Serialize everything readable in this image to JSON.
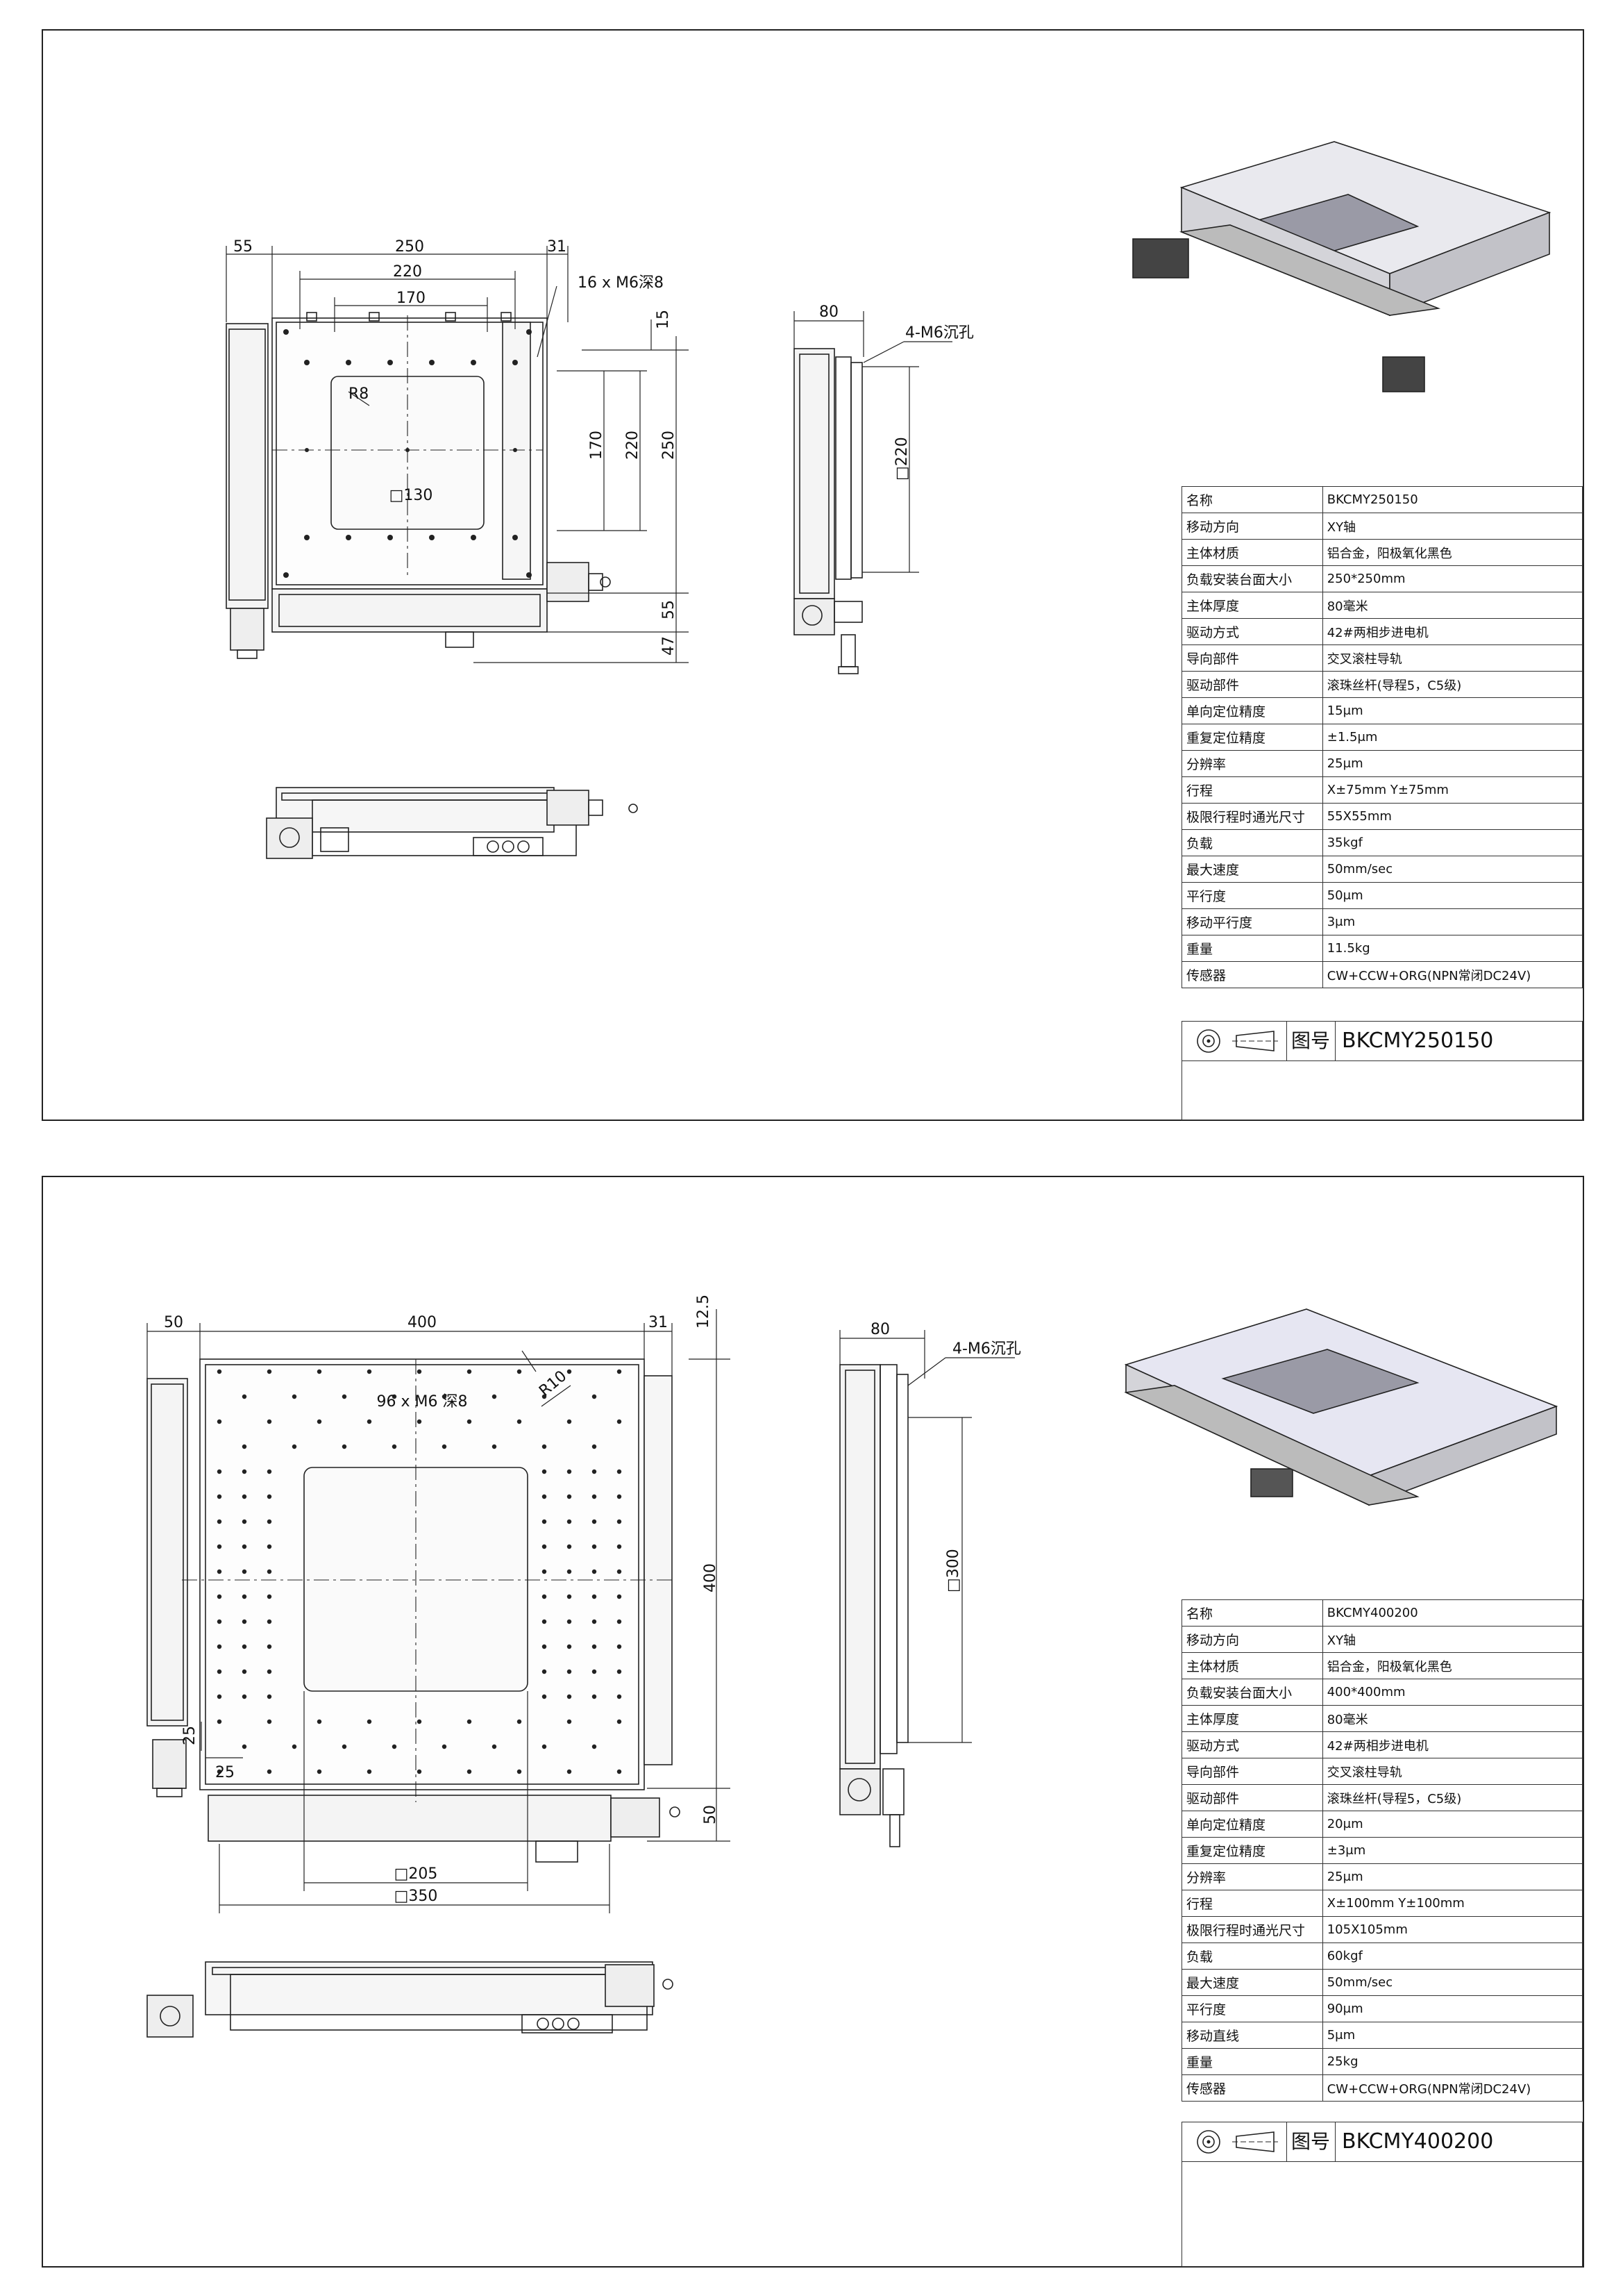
{
  "sheets": [
    {
      "dims": {
        "front_top": [
          "55",
          "250",
          "31",
          "220",
          "170"
        ],
        "front_right": [
          "15",
          "170",
          "220",
          "250",
          "55",
          "47"
        ],
        "front_notes": [
          "16 x M6深8",
          "R8",
          "□130"
        ],
        "side_top": "80",
        "side_note": "4-M6沉孔",
        "side_right": "□220"
      },
      "specs": [
        {
          "label": "名称",
          "value": "BKCMY250150"
        },
        {
          "label": "移动方向",
          "value": "XY轴"
        },
        {
          "label": "主体材质",
          "value": "铝合金，阳极氧化黑色"
        },
        {
          "label": "负载安装台面大小",
          "value": "250*250mm"
        },
        {
          "label": "主体厚度",
          "value": "80毫米"
        },
        {
          "label": "驱动方式",
          "value": "42#两相步进电机"
        },
        {
          "label": "导向部件",
          "value": "交叉滚柱导轨"
        },
        {
          "label": "驱动部件",
          "value": "滚珠丝杆(导程5，C5级)"
        },
        {
          "label": "单向定位精度",
          "value": "15μm"
        },
        {
          "label": "重复定位精度",
          "value": "±1.5μm"
        },
        {
          "label": "分辨率",
          "value": "25μm"
        },
        {
          "label": "行程",
          "value": "X±75mm  Y±75mm"
        },
        {
          "label": "极限行程时通光尺寸",
          "value": "55X55mm"
        },
        {
          "label": "负载",
          "value": "35kgf"
        },
        {
          "label": "最大速度",
          "value": "50mm/sec"
        },
        {
          "label": "平行度",
          "value": "50μm"
        },
        {
          "label": "移动平行度",
          "value": "3μm"
        },
        {
          "label": "重量",
          "value": "11.5kg"
        },
        {
          "label": "传感器",
          "value": "CW+CCW+ORG(NPN常闭DC24V)"
        }
      ],
      "title_label": "图号",
      "title_code": "BKCMY250150"
    },
    {
      "dims": {
        "front_top": [
          "50",
          "400",
          "31",
          "12.5"
        ],
        "front_right": [
          "400",
          "50"
        ],
        "front_notes": [
          "96 x M6 深8",
          "R10",
          "25",
          "25",
          "□205",
          "□350"
        ],
        "side_top": "80",
        "side_note": "4-M6沉孔",
        "side_right": "□300"
      },
      "specs": [
        {
          "label": "名称",
          "value": "BKCMY400200"
        },
        {
          "label": "移动方向",
          "value": "XY轴"
        },
        {
          "label": "主体材质",
          "value": "铝合金，阳极氧化黑色"
        },
        {
          "label": "负载安装台面大小",
          "value": "400*400mm"
        },
        {
          "label": "主体厚度",
          "value": "80毫米"
        },
        {
          "label": "驱动方式",
          "value": "42#两相步进电机"
        },
        {
          "label": "导向部件",
          "value": "交叉滚柱导轨"
        },
        {
          "label": "驱动部件",
          "value": "滚珠丝杆(导程5，C5级)"
        },
        {
          "label": "单向定位精度",
          "value": "20μm"
        },
        {
          "label": "重复定位精度",
          "value": "±3μm"
        },
        {
          "label": "分辨率",
          "value": "25μm"
        },
        {
          "label": "行程",
          "value": "X±100mm  Y±100mm"
        },
        {
          "label": "极限行程时通光尺寸",
          "value": "105X105mm"
        },
        {
          "label": "负载",
          "value": "60kgf"
        },
        {
          "label": "最大速度",
          "value": "50mm/sec"
        },
        {
          "label": "平行度",
          "value": "90μm"
        },
        {
          "label": "移动直线",
          "value": "5μm"
        },
        {
          "label": "重量",
          "value": "25kg"
        },
        {
          "label": "传感器",
          "value": "CW+CCW+ORG(NPN常闭DC24V)"
        }
      ],
      "title_label": "图号",
      "title_code": "BKCMY400200"
    }
  ]
}
